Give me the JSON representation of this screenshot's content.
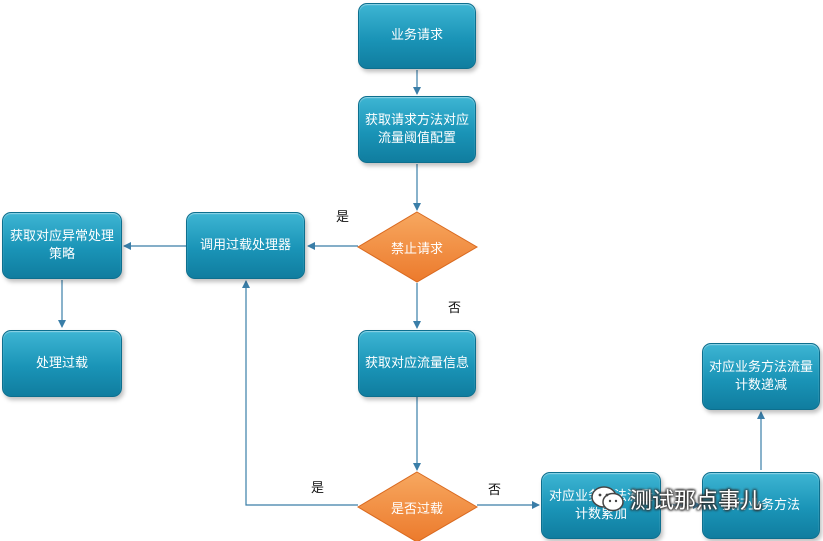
{
  "nodes": {
    "business_request": "业务请求",
    "get_threshold": "获取请求方法对应\n流量阈值配置",
    "forbid_request": "禁止请求",
    "call_overload_handler": "调用过载处理器",
    "get_exception_strategy": "获取对应异常处理\n策略",
    "handle_overload": "处理过载",
    "get_traffic_info": "获取对应流量信息",
    "is_overloaded": "是否过载",
    "counter_increment": "对应业务方法流量\n计数累加",
    "execute_method": "执行业务方法",
    "counter_decrement": "对应业务方法流量\n计数递减"
  },
  "edge_labels": {
    "forbid_yes": "是",
    "forbid_no": "否",
    "overload_yes": "是",
    "overload_no": "否"
  },
  "watermark": {
    "text": "测试那点事儿",
    "icon": "wechat-icon"
  },
  "colors": {
    "node": "#1a94b7",
    "decision": "#f28a3c",
    "arrow": "#3a7ea8"
  }
}
